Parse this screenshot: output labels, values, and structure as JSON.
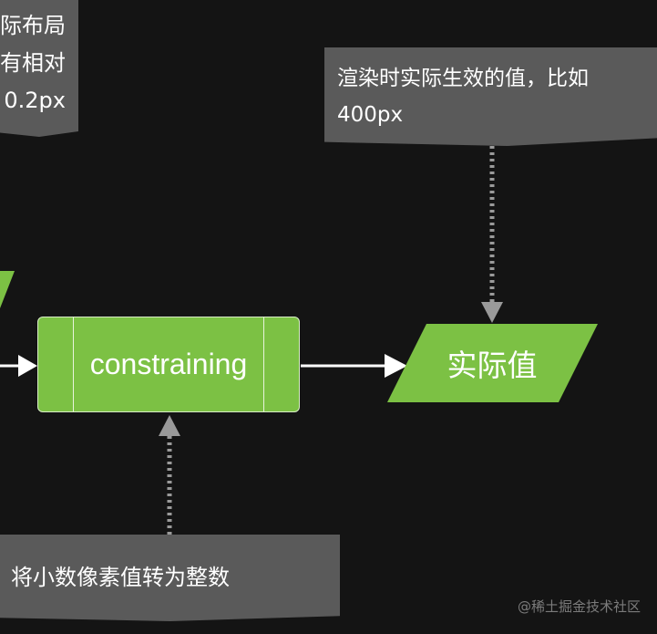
{
  "diagram": {
    "notes": {
      "top_left": [
        "际布局",
        "有相对",
        "0.2px"
      ],
      "top_right": [
        "渲染时实际生效的值，比如",
        "400px"
      ],
      "bottom": "将小数像素值转为整数"
    },
    "process_label": "constraining",
    "output_label": "实际值",
    "colors": {
      "background": "#141414",
      "note": "#5a5a5a",
      "shape_green": "#7cc144",
      "arrow_white": "#ffffff",
      "dotted_arrow": "#9a9a9a"
    }
  },
  "watermark": "@稀土掘金技术社区"
}
